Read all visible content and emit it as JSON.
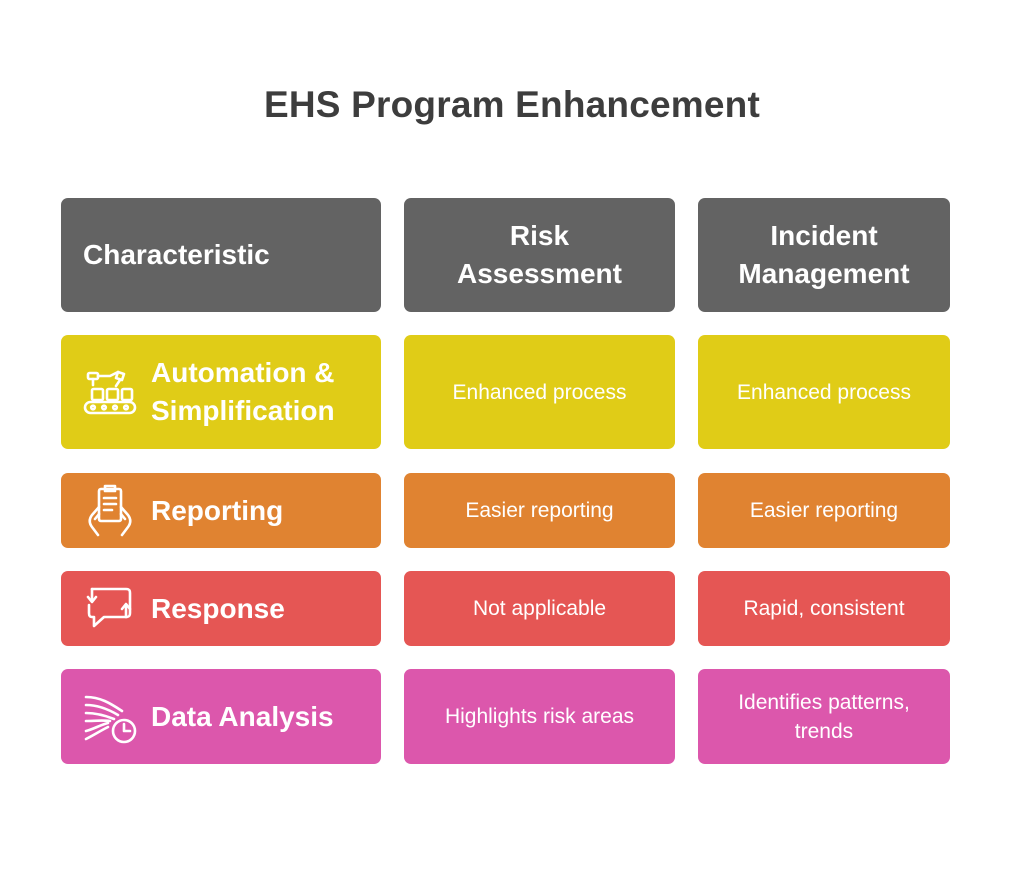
{
  "title": "EHS Program Enhancement",
  "headers": [
    "Characteristic",
    "Risk\nAssessment",
    "Incident\nManagement"
  ],
  "rows": [
    {
      "label": "Automation &\nSimplification",
      "icon": "conveyor-robot-arm-icon",
      "color": "#e0cc17",
      "risk": "Enhanced process",
      "incident": "Enhanced process"
    },
    {
      "label": "Reporting",
      "icon": "hands-holding-report-icon",
      "color": "#e08331",
      "risk": "Easier reporting",
      "incident": "Easier reporting"
    },
    {
      "label": "Response",
      "icon": "chat-bubble-arrows-icon",
      "color": "#e55654",
      "risk": "Not applicable",
      "incident": "Rapid, consistent"
    },
    {
      "label": "Data Analysis",
      "icon": "flow-lines-clock-icon",
      "color": "#dc57ac",
      "risk": "Highlights risk areas",
      "incident": "Identifies patterns,\ntrends"
    }
  ],
  "colors": {
    "header": "#636363",
    "title": "#3d3d3d"
  }
}
